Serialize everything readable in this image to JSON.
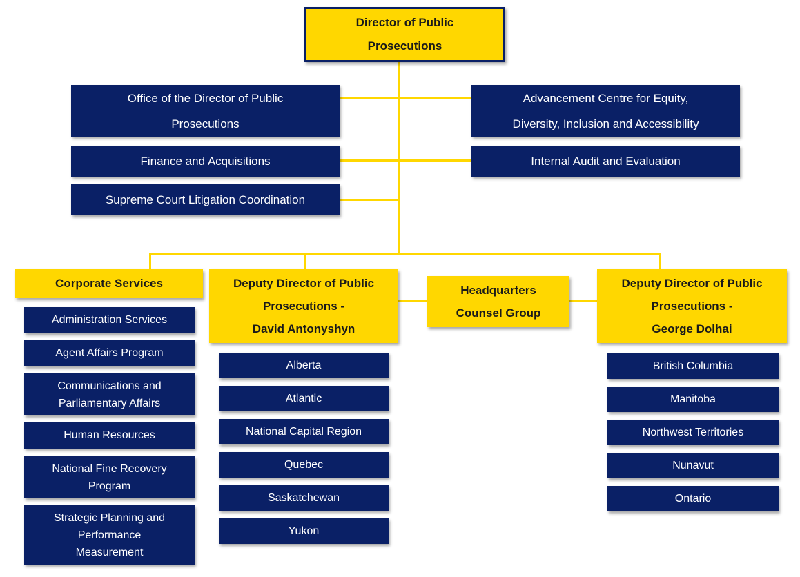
{
  "palette": {
    "navy": "#0a2066",
    "yellow": "#ffd700",
    "text_on_navy": "#ffffff",
    "text_on_yellow": "#1a1a1a",
    "connector": "#ffd700",
    "background": "#ffffff"
  },
  "root": {
    "label": "Director of Public\nProsecutions"
  },
  "advisory_left": [
    {
      "label": "Office of the Director of Public\nProsecutions"
    },
    {
      "label": "Finance and Acquisitions"
    },
    {
      "label": "Supreme Court Litigation Coordination"
    }
  ],
  "advisory_right": [
    {
      "label": "Advancement Centre for Equity,\nDiversity, Inclusion and Accessibility"
    },
    {
      "label": "Internal Audit and Evaluation"
    }
  ],
  "branches": [
    {
      "label": "Corporate Services",
      "children": [
        "Administration Services",
        "Agent Affairs Program",
        "Communications and\nParliamentary Affairs",
        "Human Resources",
        "National Fine Recovery\nProgram",
        "Strategic Planning and\nPerformance\nMeasurement"
      ]
    },
    {
      "label": "Deputy Director of Public\nProsecutions -\nDavid Antonyshyn",
      "children": [
        "Alberta",
        "Atlantic",
        "National Capital Region",
        "Quebec",
        "Saskatchewan",
        "Yukon"
      ]
    },
    {
      "label": "Headquarters\nCounsel Group",
      "children": []
    },
    {
      "label": "Deputy Director of Public\nProsecutions -\nGeorge Dolhai",
      "children": [
        "British Columbia",
        "Manitoba",
        "Northwest Territories",
        "Nunavut",
        "Ontario"
      ]
    }
  ]
}
